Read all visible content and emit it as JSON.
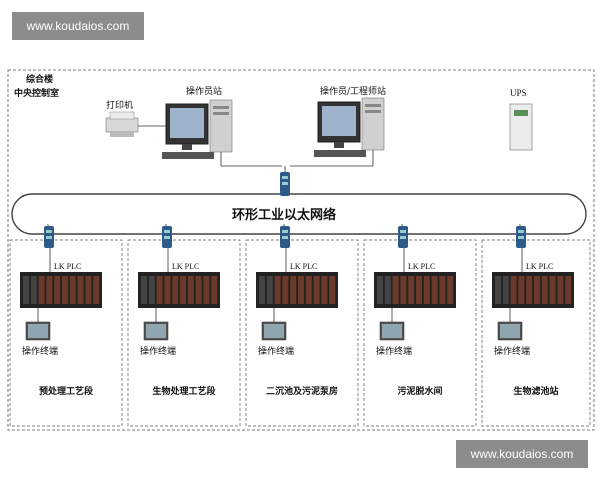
{
  "watermark": {
    "top_text": "www.koudaios.com",
    "bottom_text": "www.koudaios.com"
  },
  "control_room": {
    "line1": "综合楼",
    "line2": "中央控制室"
  },
  "devices": {
    "printer": "打印机",
    "operator_station": "操作员站",
    "engineer_station": "操作员/工程师站",
    "ups": "UPS"
  },
  "network": {
    "label": "环形工业以太网络"
  },
  "stations": [
    {
      "plc": "LK PLC",
      "terminal": "操作终端",
      "name": "预处理工艺段"
    },
    {
      "plc": "LK PLC",
      "terminal": "操作终端",
      "name": "生物处理工艺段"
    },
    {
      "plc": "LK PLC",
      "terminal": "操作终端",
      "name": "二沉池及污泥泵房"
    },
    {
      "plc": "LK PLC",
      "terminal": "操作终端",
      "name": "污泥脱水间"
    },
    {
      "plc": "LK PLC",
      "terminal": "操作终端",
      "name": "生物滤池站"
    }
  ]
}
